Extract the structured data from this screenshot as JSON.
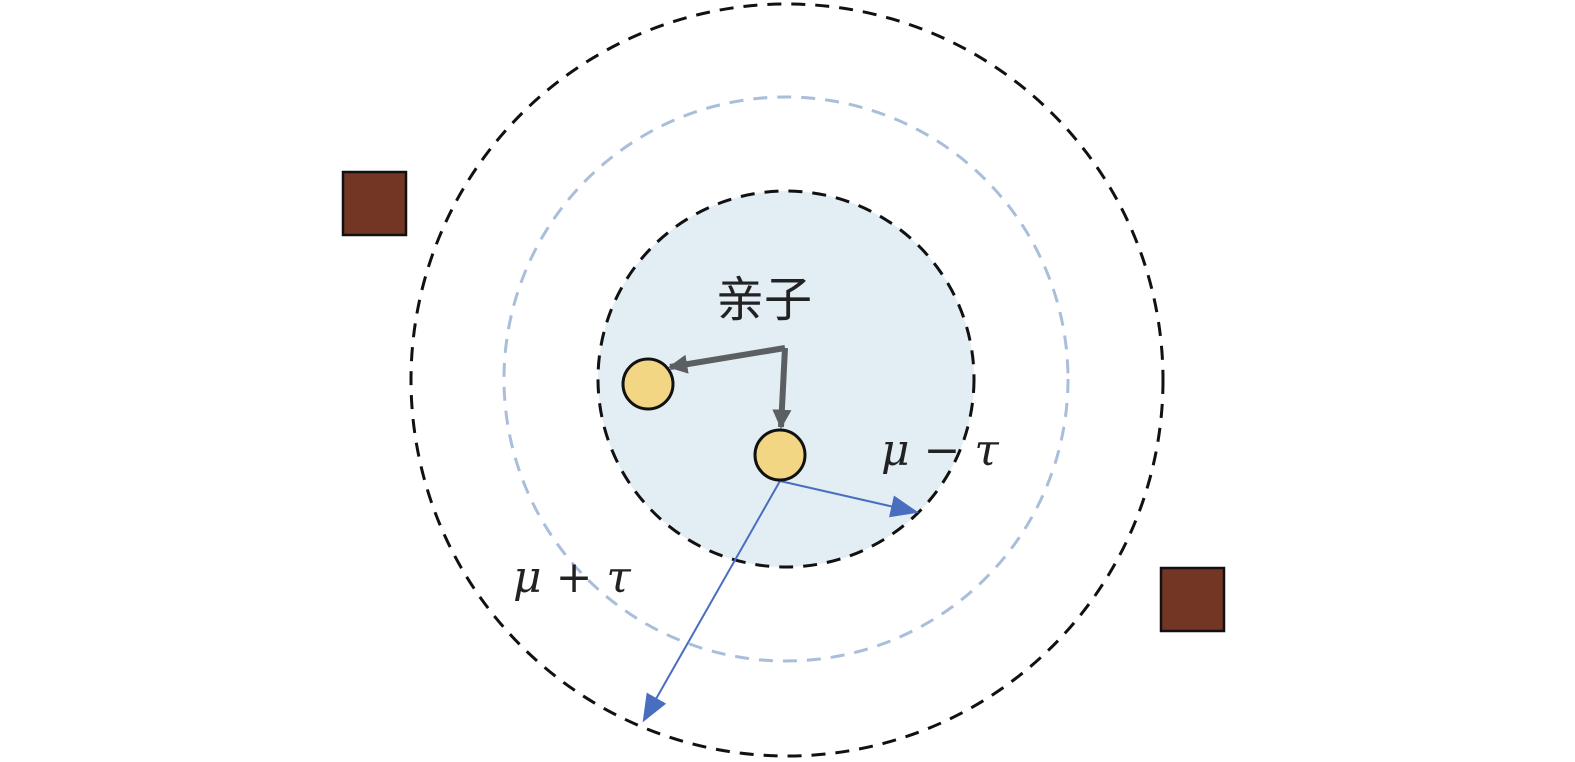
{
  "labels": {
    "group": "亲子",
    "inner_radius": "μ − τ",
    "outer_radius": "μ + τ"
  },
  "colors": {
    "inner_fill": "#e2edf4",
    "dashed_black": "#111111",
    "dashed_blue": "#a9bedb",
    "node_fill": "#f3d683",
    "square_fill": "#733524",
    "arrow_gray": "#5b5f61",
    "arrow_blue": "#4a6ebf"
  },
  "icons": {
    "node": "circle",
    "obstacle": "square"
  }
}
